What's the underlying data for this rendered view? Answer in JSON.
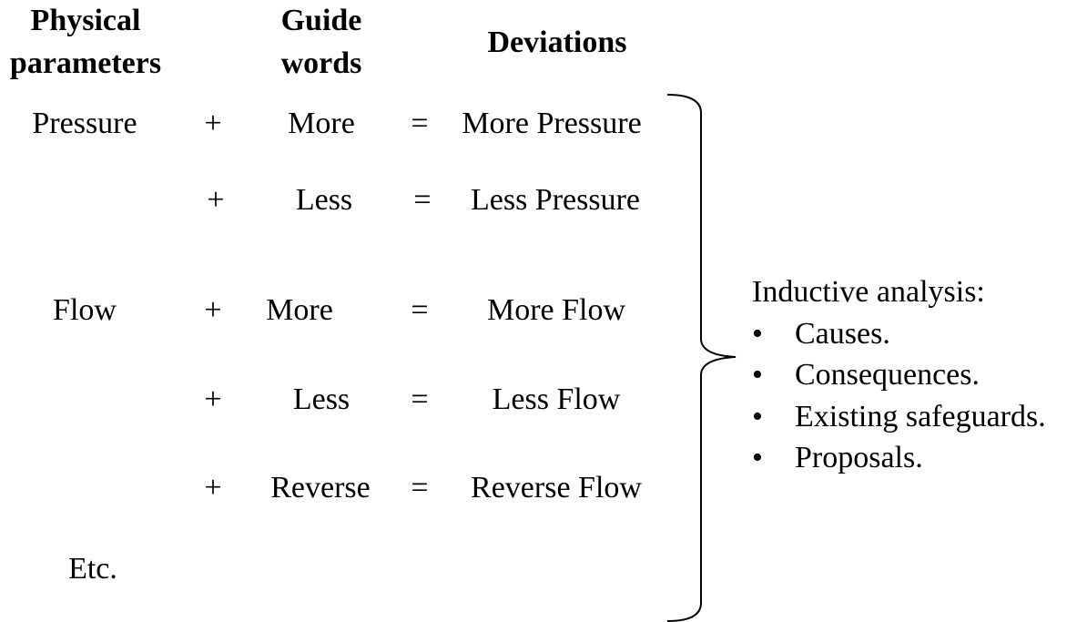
{
  "headers": {
    "physical_line1": "Physical",
    "physical_line2": "parameters",
    "guide_line1": "Guide",
    "guide_line2": "words",
    "deviations": "Deviations"
  },
  "parameters": [
    "Pressure",
    "Flow",
    "Etc."
  ],
  "rows": [
    {
      "plus": "+",
      "guide": "More",
      "eq": "=",
      "deviation": "More Pressure"
    },
    {
      "plus": "+",
      "guide": "Less",
      "eq": "=",
      "deviation": "Less Pressure"
    },
    {
      "plus": "+",
      "guide": "More",
      "eq": "=",
      "deviation": "More Flow"
    },
    {
      "plus": "+",
      "guide": "Less",
      "eq": "=",
      "deviation": "Less Flow"
    },
    {
      "plus": "+",
      "guide": "Reverse",
      "eq": "=",
      "deviation": "Reverse Flow"
    }
  ],
  "analysis": {
    "title": "Inductive analysis:",
    "bullet": "•",
    "items": [
      "Causes.",
      "Consequences.",
      "Existing safeguards.",
      "Proposals."
    ]
  }
}
